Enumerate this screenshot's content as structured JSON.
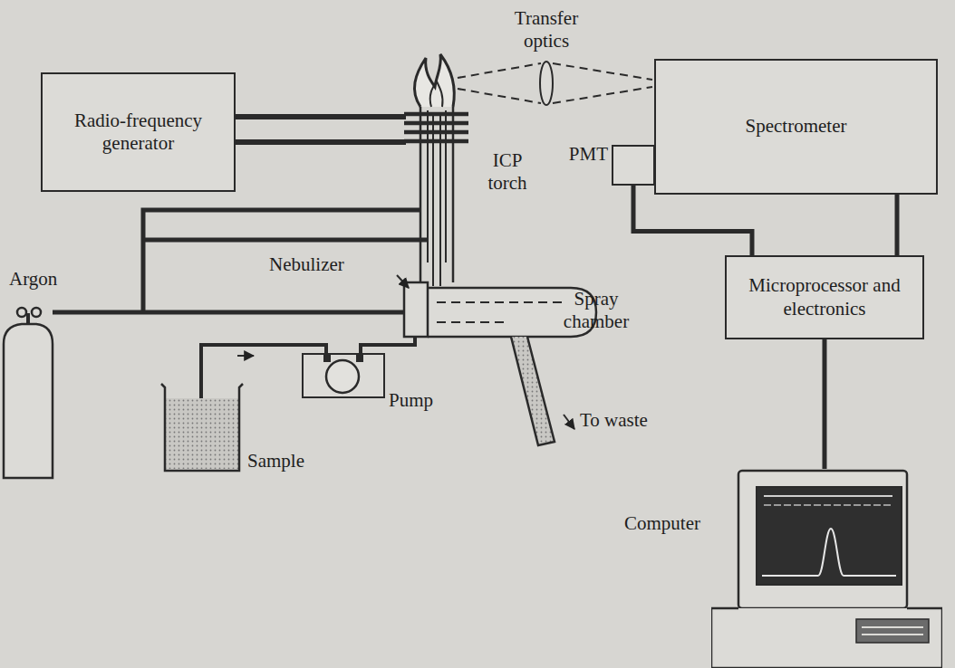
{
  "diagram": {
    "nodes": [
      {
        "text": [
          "Radio-frequency generator"
        ]
      },
      {
        "text": [
          "Spectrometer"
        ]
      },
      {
        "text": [
          "PMT"
        ]
      },
      {
        "text": [
          "Microprocessor and electronics"
        ]
      },
      {
        "text": [
          "Pump"
        ]
      },
      {
        "text": [
          "Computer"
        ]
      }
    ],
    "edges": [
      {
        "from": 2,
        "to": 3,
        "arrow": "none"
      },
      {
        "from": 1,
        "to": 3,
        "arrow": "none"
      },
      {
        "from": 3,
        "to": 5,
        "arrow": "none"
      }
    ],
    "labels": [
      "Transfer optics",
      "ICP torch",
      "Nebulizer",
      "Argon",
      "Spray chamber",
      "To waste",
      "Sample"
    ]
  }
}
